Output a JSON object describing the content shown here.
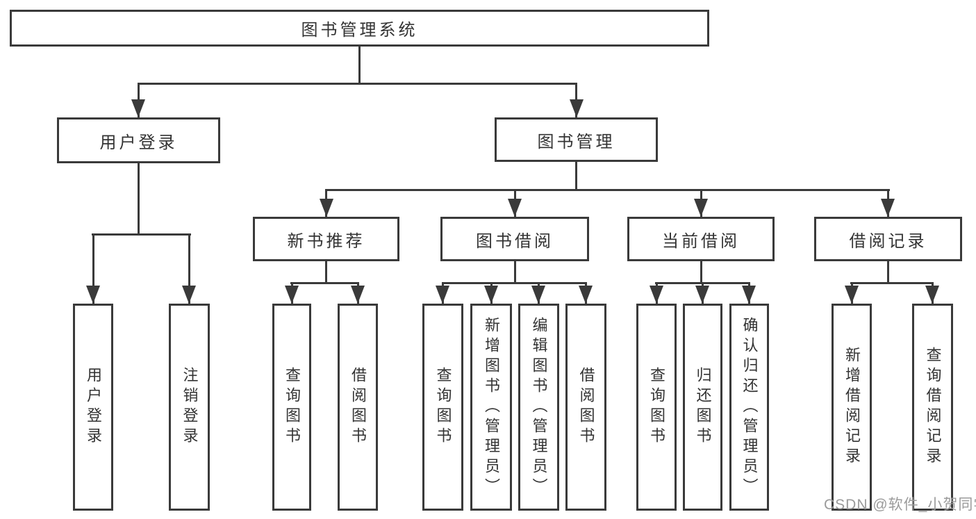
{
  "diagram": {
    "root": {
      "label": "图书管理系统",
      "children": [
        {
          "label": "用户登录",
          "children": [
            {
              "label": "用户登录"
            },
            {
              "label": "注销登录"
            }
          ]
        },
        {
          "label": "图书管理",
          "children": [
            {
              "label": "新书推荐",
              "children": [
                {
                  "label": "查询图书"
                },
                {
                  "label": "借阅图书"
                }
              ]
            },
            {
              "label": "图书借阅",
              "children": [
                {
                  "label": "查询图书"
                },
                {
                  "label": "新增图书（管理员）"
                },
                {
                  "label": "编辑图书（管理员）"
                },
                {
                  "label": "借阅图书"
                }
              ]
            },
            {
              "label": "当前借阅",
              "children": [
                {
                  "label": "查询图书"
                },
                {
                  "label": "归还图书"
                },
                {
                  "label": "确认归还（管理员）"
                }
              ]
            },
            {
              "label": "借阅记录",
              "children": [
                {
                  "label": "新增借阅记录"
                },
                {
                  "label": "查询借阅记录"
                }
              ]
            }
          ]
        }
      ]
    }
  },
  "watermark": {
    "text": "CSDN @软件_小贺同学"
  },
  "colors": {
    "line": "#3a3a3a",
    "text": "#333333",
    "watermark": "#9b9b9b",
    "background": "#ffffff"
  }
}
